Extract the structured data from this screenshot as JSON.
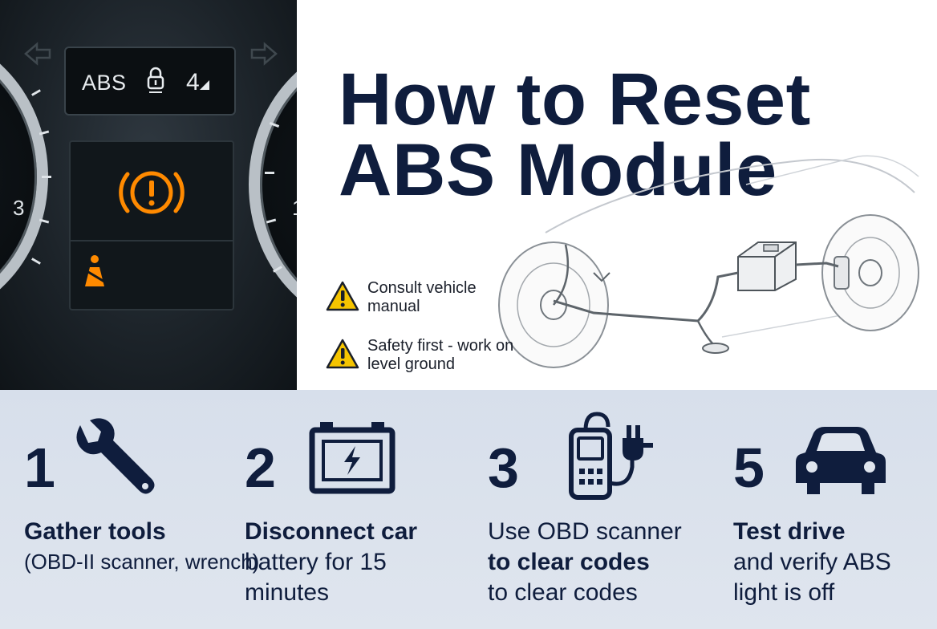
{
  "dashboard": {
    "abs_label": "ABS",
    "indicator_number": "4",
    "gauge_left_number": "3",
    "gauge_right_number": "1"
  },
  "title": {
    "line1": "How to Reset",
    "line2": "ABS Module"
  },
  "warnings": [
    {
      "text": "Consult vehicle manual",
      "icon": "warning-triangle-icon"
    },
    {
      "text": "Safety first - work on level ground",
      "icon": "warning-triangle-icon"
    }
  ],
  "steps": [
    {
      "number": "1",
      "bold": "Gather tools",
      "rest": "(OBD-II scanner, wrench)",
      "icon": "wrench-icon"
    },
    {
      "number": "2",
      "bold": "Disconnect car",
      "rest": "battery for 15 minutes",
      "icon": "battery-icon"
    },
    {
      "number": "3",
      "bold": "Use OBD scanner to clear codes",
      "rest": "to clear codes",
      "icon": "obd-scanner-icon"
    },
    {
      "number": "5",
      "bold": "Test drive",
      "rest": "and verify ABS light is off",
      "icon": "car-icon"
    }
  ],
  "colors": {
    "navy": "#0f1d3d",
    "warning_yellow": "#f5c400",
    "warning_orange": "#ff8a00",
    "band_bg": "#d7dfeb"
  }
}
